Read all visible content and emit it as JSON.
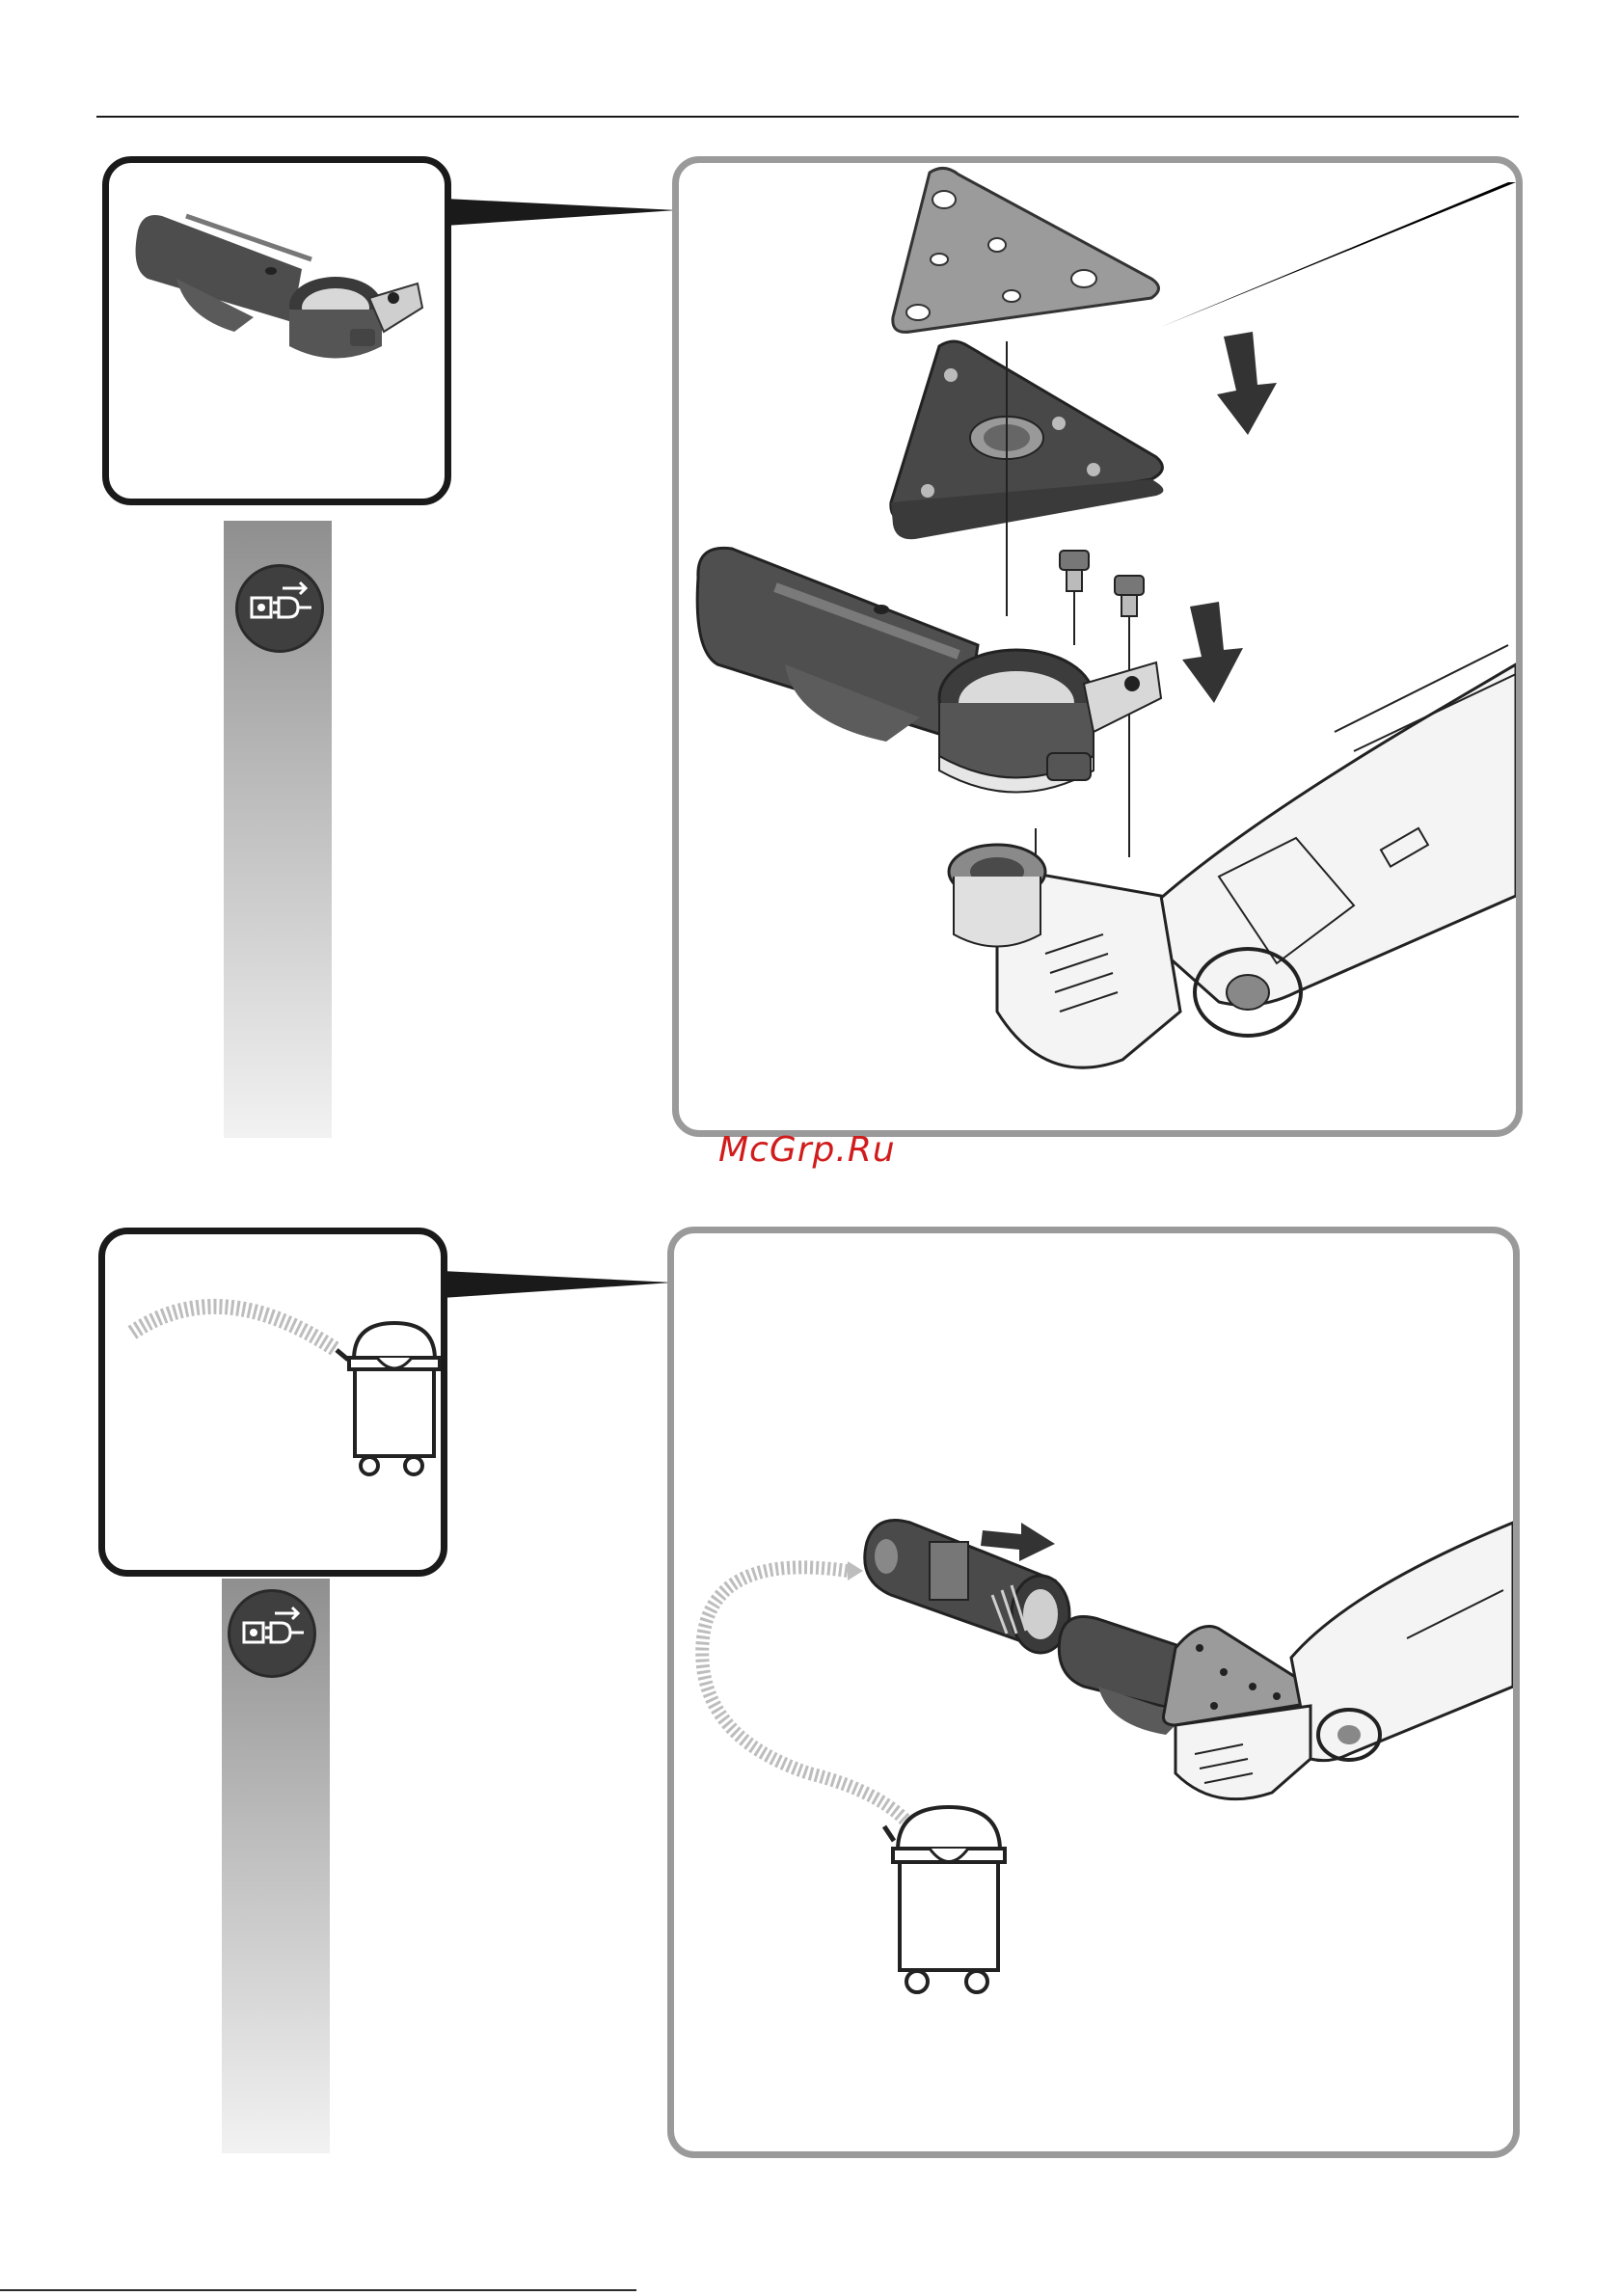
{
  "watermark": {
    "text": "McGrp.Ru"
  },
  "colors": {
    "frame_dark": "#1a1a1a",
    "frame_grey": "#9a9a9a",
    "watermark_red": "#d11c1c",
    "tool_dark": "#4a4a4a",
    "pad_grey": "#9b9b9b"
  },
  "icons": {
    "power_unplug": "unplug-power-icon",
    "push_down_arrow": "down-arrow-icon",
    "pull_arrow": "right-arrow-icon"
  },
  "panels": [
    {
      "id": "panel-1",
      "thumbnail": "dust-extraction-adapter",
      "illustration": "mount-adapter-and-sanding-pad"
    },
    {
      "id": "panel-2",
      "thumbnail": "vacuum-cleaner",
      "illustration": "connect-vacuum-hose"
    }
  ]
}
